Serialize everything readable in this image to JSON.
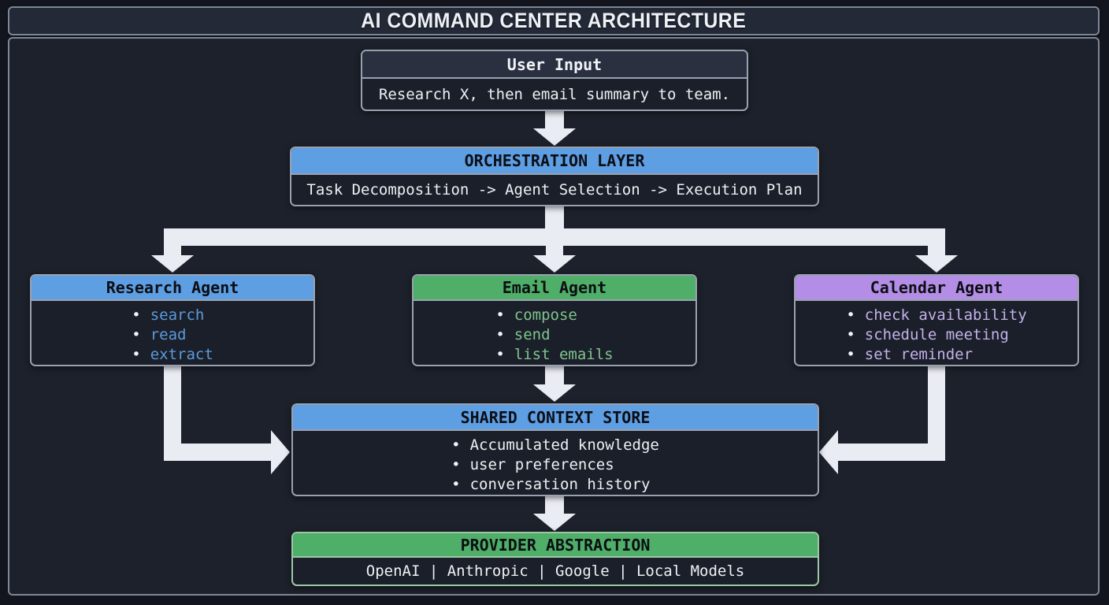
{
  "title": "AI COMMAND CENTER ARCHITECTURE",
  "colors": {
    "panel_border": "#7d8797",
    "border": "#99a1b0",
    "grey_header": "#2a3040",
    "blue": "#5e9ee3",
    "green": "#4fae68",
    "purple": "#b48ee6",
    "arrow": "#e9ecf2",
    "blue_text": "#5a9bdd",
    "green_text": "#7ec48f",
    "purple_text": "#c3b2ea",
    "white_text": "#eef0f4",
    "provider_border": "#9cc8a8"
  },
  "nodes": {
    "user_input": {
      "title": "User Input",
      "body": "Research X, then email summary to team."
    },
    "orchestration": {
      "title": "ORCHESTRATION LAYER",
      "body": "Task Decomposition -> Agent Selection -> Execution Plan"
    },
    "agents": [
      {
        "title": "Research Agent",
        "items": [
          "search",
          "read",
          "extract"
        ]
      },
      {
        "title": "Email Agent",
        "items": [
          "compose",
          "send",
          "list emails"
        ]
      },
      {
        "title": "Calendar Agent",
        "items": [
          "check availability",
          "schedule meeting",
          "set reminder"
        ]
      }
    ],
    "shared_context": {
      "title": "SHARED CONTEXT STORE",
      "items": [
        "Accumulated knowledge",
        "user preferences",
        "conversation history"
      ]
    },
    "provider": {
      "title": "PROVIDER ABSTRACTION",
      "body": "OpenAI | Anthropic | Google | Local Models"
    }
  }
}
